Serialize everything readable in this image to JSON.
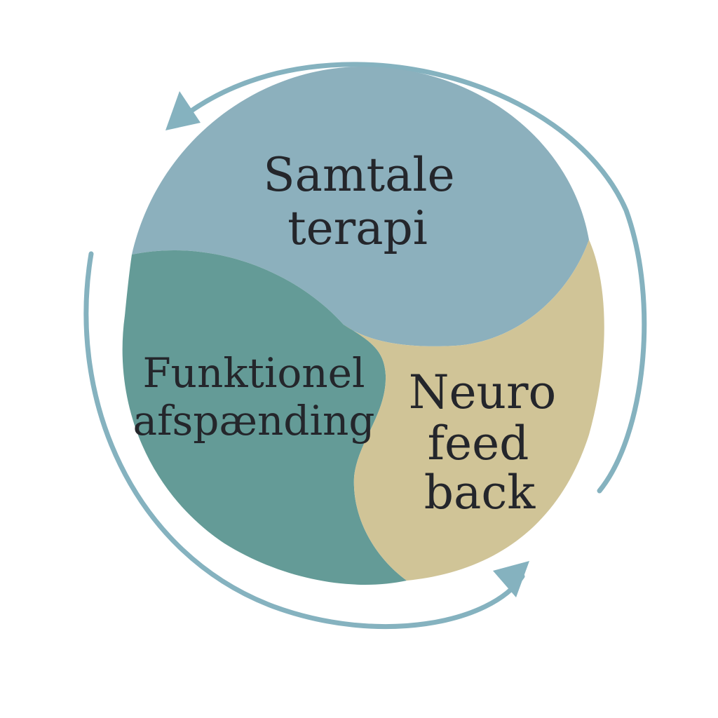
{
  "colors": {
    "background": "#ffffff",
    "samtale_segment": "#8cb0bd",
    "funktionel_segment": "#649b97",
    "neuro_segment": "#d0c497",
    "cycle_arrows": "#85b2bf",
    "label_text": "#24262b"
  },
  "segments": {
    "samtale": {
      "line1": "Samtale",
      "line2": "terapi"
    },
    "funktionel": {
      "line1": "Funktionel",
      "line2": "afspænding"
    },
    "neuro": {
      "line1": "Neuro",
      "line2": "feed",
      "line3": "back"
    }
  },
  "cycle": {
    "direction": "counter-clockwise",
    "arrowhead_icons": [
      "arrowhead-icon",
      "arrowhead-icon"
    ]
  }
}
